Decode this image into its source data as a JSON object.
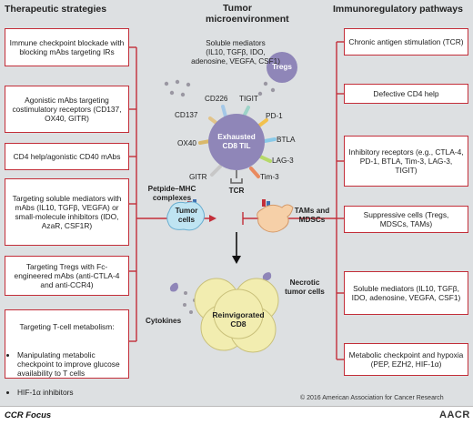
{
  "titles": {
    "left": "Therapeutic strategies",
    "center_line1": "Tumor",
    "center_line2": "microenvironment",
    "right": "Immunoregulatory pathways"
  },
  "left_boxes": [
    "Immune checkpoint blockade with blocking mAbs targeting IRs",
    "Agonistic mAbs targeting costimulatory receptors (CD137, OX40, GITR)",
    "CD4 help/agonistic CD40 mAbs",
    "Targeting soluble mediators with mAbs (IL10, TGFβ, VEGFA) or small-molecule inhibitors (IDO, AzaR, CSF1R)",
    "Targeting Tregs with Fc-engineered mAbs (anti-CTLA-4 and anti-CCR4)"
  ],
  "left_last_box": {
    "title": "Targeting T-cell metabolism:",
    "bullets": [
      "Manipulating metabolic checkpoint to improve glucose availability to T cells",
      "HIF-1α inhibitors"
    ]
  },
  "right_boxes": [
    "Chronic antigen stimulation (TCR)",
    "Defective CD4 help",
    "Inhibitory receptors (e.g., CTLA-4, PD-1, BTLA, Tim-3, LAG-3, TIGIT)",
    "Suppressive cells (Tregs, MDSCs, TAMs)",
    "Soluble mediators (IL10, TGFβ, IDO, adenosine, VEGFA, CSF1)",
    "Metabolic checkpoint and hypoxia (PEP, EZH2, HIF-1α)"
  ],
  "center": {
    "soluble_title": "Soluble mediators",
    "soluble_list": "(IL10, TGFβ, IDO,",
    "soluble_list2": "adenosine, VEGFA, CSF1)",
    "tregs": "Tregs",
    "exhausted_line1": "Exhausted",
    "exhausted_line2": "CD8 TIL",
    "receptors": {
      "cd226": "CD226",
      "tigit": "TIGIT",
      "pd1": "PD-1",
      "cd137": "CD137",
      "btla": "BTLA",
      "ox40": "OX40",
      "lag3": "LAG-3",
      "tim3": "Tim-3",
      "gitr": "GITR"
    },
    "peptide_mhc_line1": "Petpide–MHC",
    "peptide_mhc_line2": "complexes",
    "tcr": "TCR",
    "tumor_cells_line1": "Tumor",
    "tumor_cells_line2": "cells",
    "tams_line1": "TAMs and",
    "tams_line2": "MDSCs",
    "necrotic_line1": "Necrotic",
    "necrotic_line2": "tumor cells",
    "cytokines": "Cytokines",
    "reinvigorated_line1": "Reinvigorated",
    "reinvigorated_line2": "CD8"
  },
  "footer": {
    "copyright": "© 2016 American Association for Cancer Research",
    "ccr_focus": "CCR Focus",
    "aacr": "AACR"
  },
  "colors": {
    "accent_red": "#c32e39",
    "panel_bg": "#dde0e2",
    "cell_purple": "#8f86b8",
    "cd8_yellow": "#f2edb0",
    "tumor_blue": "#bfe4f2",
    "tam_peach": "#f6d0a8"
  }
}
